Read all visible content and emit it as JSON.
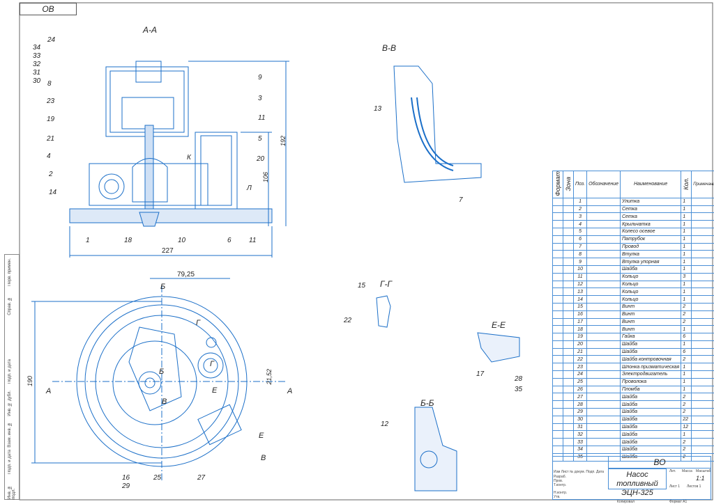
{
  "stamp": "ОВ",
  "side_strip": [
    "Перв. примен.",
    "Справ. №",
    "Подп. и дата",
    "Инв. № дубл.",
    "Взам. инв. №",
    "Подп. и дата",
    "Инв. № подл."
  ],
  "views": {
    "aa": "А-А",
    "vv": "В-В",
    "gg": "Г-Г",
    "ee": "Е-Е",
    "bb": "Б-Б"
  },
  "callouts": [
    "24",
    "34",
    "33",
    "32",
    "31",
    "30",
    "8",
    "23",
    "19",
    "21",
    "4",
    "2",
    "14",
    "1",
    "18",
    "10",
    "6",
    "11",
    "9",
    "3",
    "11",
    "5",
    "20",
    "13",
    "7",
    "15",
    "22",
    "17",
    "28",
    "35",
    "12",
    "16",
    "29",
    "25",
    "27"
  ],
  "section_marks": [
    "Б",
    "Г",
    "Г",
    "Б",
    "В",
    "Е",
    "Е",
    "В",
    "А",
    "А"
  ],
  "dimensions": [
    "192",
    "106",
    "227",
    "79,25",
    "190",
    "21,52",
    "К",
    "Л"
  ],
  "spec": {
    "headers": [
      "Формат",
      "Зона",
      "Поз.",
      "Обозначение",
      "Наименование",
      "Кол.",
      "Примечание"
    ],
    "rows": [
      [
        "1",
        "Улитка",
        "1"
      ],
      [
        "2",
        "Сетка",
        "1"
      ],
      [
        "3",
        "Сетка",
        "1"
      ],
      [
        "4",
        "Крыльчатка",
        "1"
      ],
      [
        "5",
        "Колесо осевое",
        "1"
      ],
      [
        "6",
        "Патрубок",
        "1"
      ],
      [
        "7",
        "Провод",
        "1"
      ],
      [
        "8",
        "Втулка",
        "1"
      ],
      [
        "9",
        "Втулка упорная",
        "1"
      ],
      [
        "10",
        "Шайба",
        "1"
      ],
      [
        "11",
        "Кольцо",
        "3"
      ],
      [
        "12",
        "Кольцо",
        "1"
      ],
      [
        "13",
        "Кольцо",
        "1"
      ],
      [
        "14",
        "Кольцо",
        "1"
      ],
      [
        "15",
        "Винт",
        "2"
      ],
      [
        "16",
        "Винт",
        "2"
      ],
      [
        "17",
        "Винт",
        "2"
      ],
      [
        "18",
        "Винт",
        "1"
      ],
      [
        "19",
        "Гайка",
        "6"
      ],
      [
        "20",
        "Шайба",
        "1"
      ],
      [
        "21",
        "Шайба",
        "6"
      ],
      [
        "22",
        "Шайба контровочная",
        "2"
      ],
      [
        "23",
        "Шпонка призматическая",
        "1"
      ],
      [
        "24",
        "Электродвигатель",
        "1"
      ],
      [
        "25",
        "Проволока",
        "1"
      ],
      [
        "26",
        "Пломба",
        "1"
      ],
      [
        "27",
        "Шайба",
        "2"
      ],
      [
        "28",
        "Шайба",
        "2"
      ],
      [
        "29",
        "Шайба",
        "2"
      ],
      [
        "30",
        "Шайба",
        "22"
      ],
      [
        "31",
        "Шайба",
        "12"
      ],
      [
        "32",
        "Шайба",
        "1"
      ],
      [
        "33",
        "Шайба",
        "2"
      ],
      [
        "34",
        "Шайба",
        "2"
      ],
      [
        "35",
        "Шайба",
        "2"
      ]
    ]
  },
  "title_block": {
    "code": "ВО",
    "name_line1": "Насос топливный",
    "name_line2": "ЭЦН-325",
    "lit": "Лит.",
    "mass": "Масса",
    "scale_label": "Масштаб",
    "scale": "1:1",
    "sheet": "Лист 1",
    "sheets": "Листов 1",
    "cols": "Изм Лист  № докум.  Подп.  Дата",
    "roles": [
      "Разраб.",
      "Пров.",
      "Т.контр.",
      "Н.контр.",
      "Утв."
    ],
    "copied": "Копировал",
    "format": "Формат А1"
  }
}
